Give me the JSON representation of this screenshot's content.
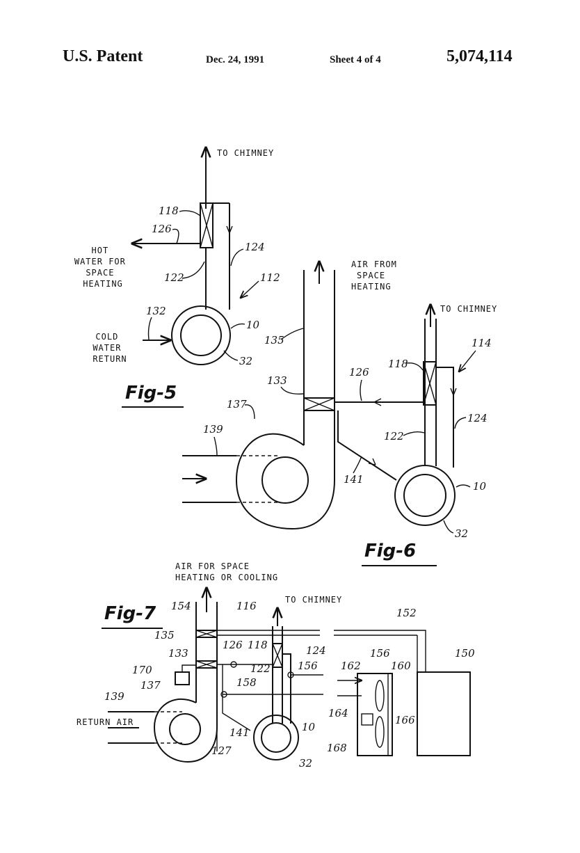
{
  "header": {
    "left": "U.S. Patent",
    "date": "Dec. 24, 1991",
    "sheet": "Sheet 4 of 4",
    "number": "5,074,114"
  },
  "fig5": {
    "caption": "Fig-5",
    "to_chimney": "TO CHIMNEY",
    "hot_water": [
      "HOT",
      "WATER FOR",
      "SPACE",
      "HEATING"
    ],
    "cold_water": [
      "COLD",
      "WATER",
      "RETURN"
    ],
    "refs": {
      "r118": "118",
      "r126": "126",
      "r124": "124",
      "r122": "122",
      "r112": "112",
      "r132": "132",
      "r10": "10",
      "r32": "32"
    }
  },
  "fig6": {
    "caption": "Fig-6",
    "to_chimney": "TO CHIMNEY",
    "air_from": [
      "AIR FROM",
      "SPACE",
      "HEATING"
    ],
    "refs": {
      "r135": "135",
      "r133": "133",
      "r137": "137",
      "r139": "139",
      "r126": "126",
      "r118": "118",
      "r114": "114",
      "r124": "124",
      "r122": "122",
      "r141": "141",
      "r10": "10",
      "r32": "32"
    }
  },
  "fig7": {
    "caption": "Fig-7",
    "air_for": [
      "AIR FOR SPACE",
      "HEATING OR COOLING"
    ],
    "to_chimney": "TO CHIMNEY",
    "return_air": "RETURN AIR",
    "refs": {
      "r154": "154",
      "r116": "116",
      "r152": "152",
      "r135": "135",
      "r126": "126",
      "r118": "118",
      "r124": "124",
      "r156a": "156",
      "r150": "150",
      "r133": "133",
      "r122": "122",
      "r156b": "156",
      "r162": "162",
      "r160": "160",
      "r170": "170",
      "r158": "158",
      "r137": "137",
      "r139": "139",
      "r164": "164",
      "r166": "166",
      "r141": "141",
      "r10": "10",
      "r127": "127",
      "r168": "168",
      "r32": "32"
    }
  }
}
